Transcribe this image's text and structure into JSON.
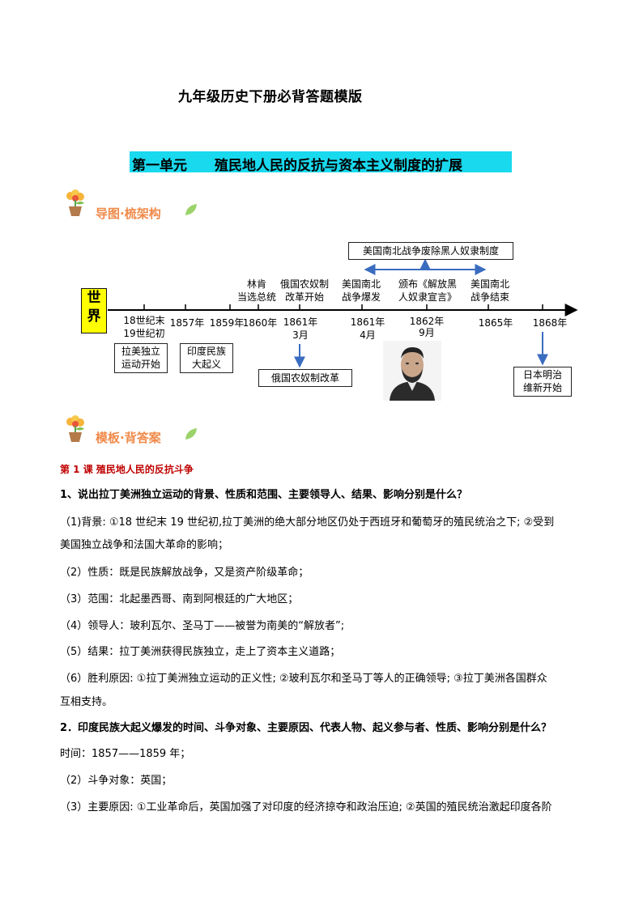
{
  "doc_title": "九年级历史下册必背答题模版",
  "unit": {
    "prefix": "第一单元",
    "title": "殖民地人民的反抗与资本主义制度的扩展"
  },
  "sections": {
    "map": "导图·梳架构",
    "template": "模板·背答案"
  },
  "timeline": {
    "world": [
      "世",
      "界"
    ],
    "dates": {
      "d1": [
        "18世纪末",
        "19世纪初"
      ],
      "d2": "1857年",
      "d3": "1859年",
      "d4": "1860年",
      "d5": [
        "1861年",
        "3月"
      ],
      "d6": [
        "1861年",
        "4月"
      ],
      "d7": [
        "1862年",
        "9月"
      ],
      "d8": "1865年",
      "d9": "1868年"
    },
    "above": {
      "lincoln": [
        "林肯",
        "当选总统"
      ],
      "serf_start": [
        "俄国农奴制",
        "改革开始"
      ],
      "war_start": [
        "美国南北",
        "战争爆发"
      ],
      "proclamation": [
        "颁布《解放黑",
        "人奴隶宣言》"
      ],
      "war_end": [
        "美国南北",
        "战争结束"
      ],
      "abolish": "美国南北战争废除黑人奴隶制度"
    },
    "below": {
      "latin": [
        "拉美独立",
        "运动开始"
      ],
      "india": [
        "印度民族",
        "大起义"
      ],
      "serf_reform": "俄国农奴制改革",
      "meiji": [
        "日本明治",
        "维新开始"
      ]
    }
  },
  "lesson1": {
    "title": "第 1 课   殖民地人民的反抗斗争",
    "q1": "1、说出拉丁美洲独立运动的背景、性质和范围、主要领导人、结果、影响分别是什么？",
    "q1_lines": [
      "（1)背景: ①18 世纪末 19 世纪初,拉丁美洲的绝大部分地区仍处于西班牙和葡萄牙的殖民统治之下; ②受到",
      "美国独立战争和法国大革命的影响；",
      "（2）性质：既是民族解放战争，又是资产阶级革命；",
      "（3）范围：北起墨西哥、南到阿根廷的广大地区；",
      "（4）领导人：玻利瓦尔、圣马丁——被誉为南美的“解放者”;",
      "（5）结果：拉丁美洲获得民族独立，走上了资本主义道路；",
      "（6）胜利原因: ①拉丁美洲独立运动的正义性; ②玻利瓦尔和圣马丁等人的正确领导; ③拉丁美洲各国群众",
      "互相支持。"
    ],
    "q2": "2．印度民族大起义爆发的时间、斗争对象、主要原因、代表人物、起义参与者、性质、影响分别是什么？",
    "q2_lines": [
      "时间：1857——1859 年；",
      "（2）斗争对象：英国；",
      "（3）主要原因: ①工业革命后，英国加强了对印度的经济掠夺和政治压迫; ②英国的殖民统治激起印度各阶"
    ]
  }
}
